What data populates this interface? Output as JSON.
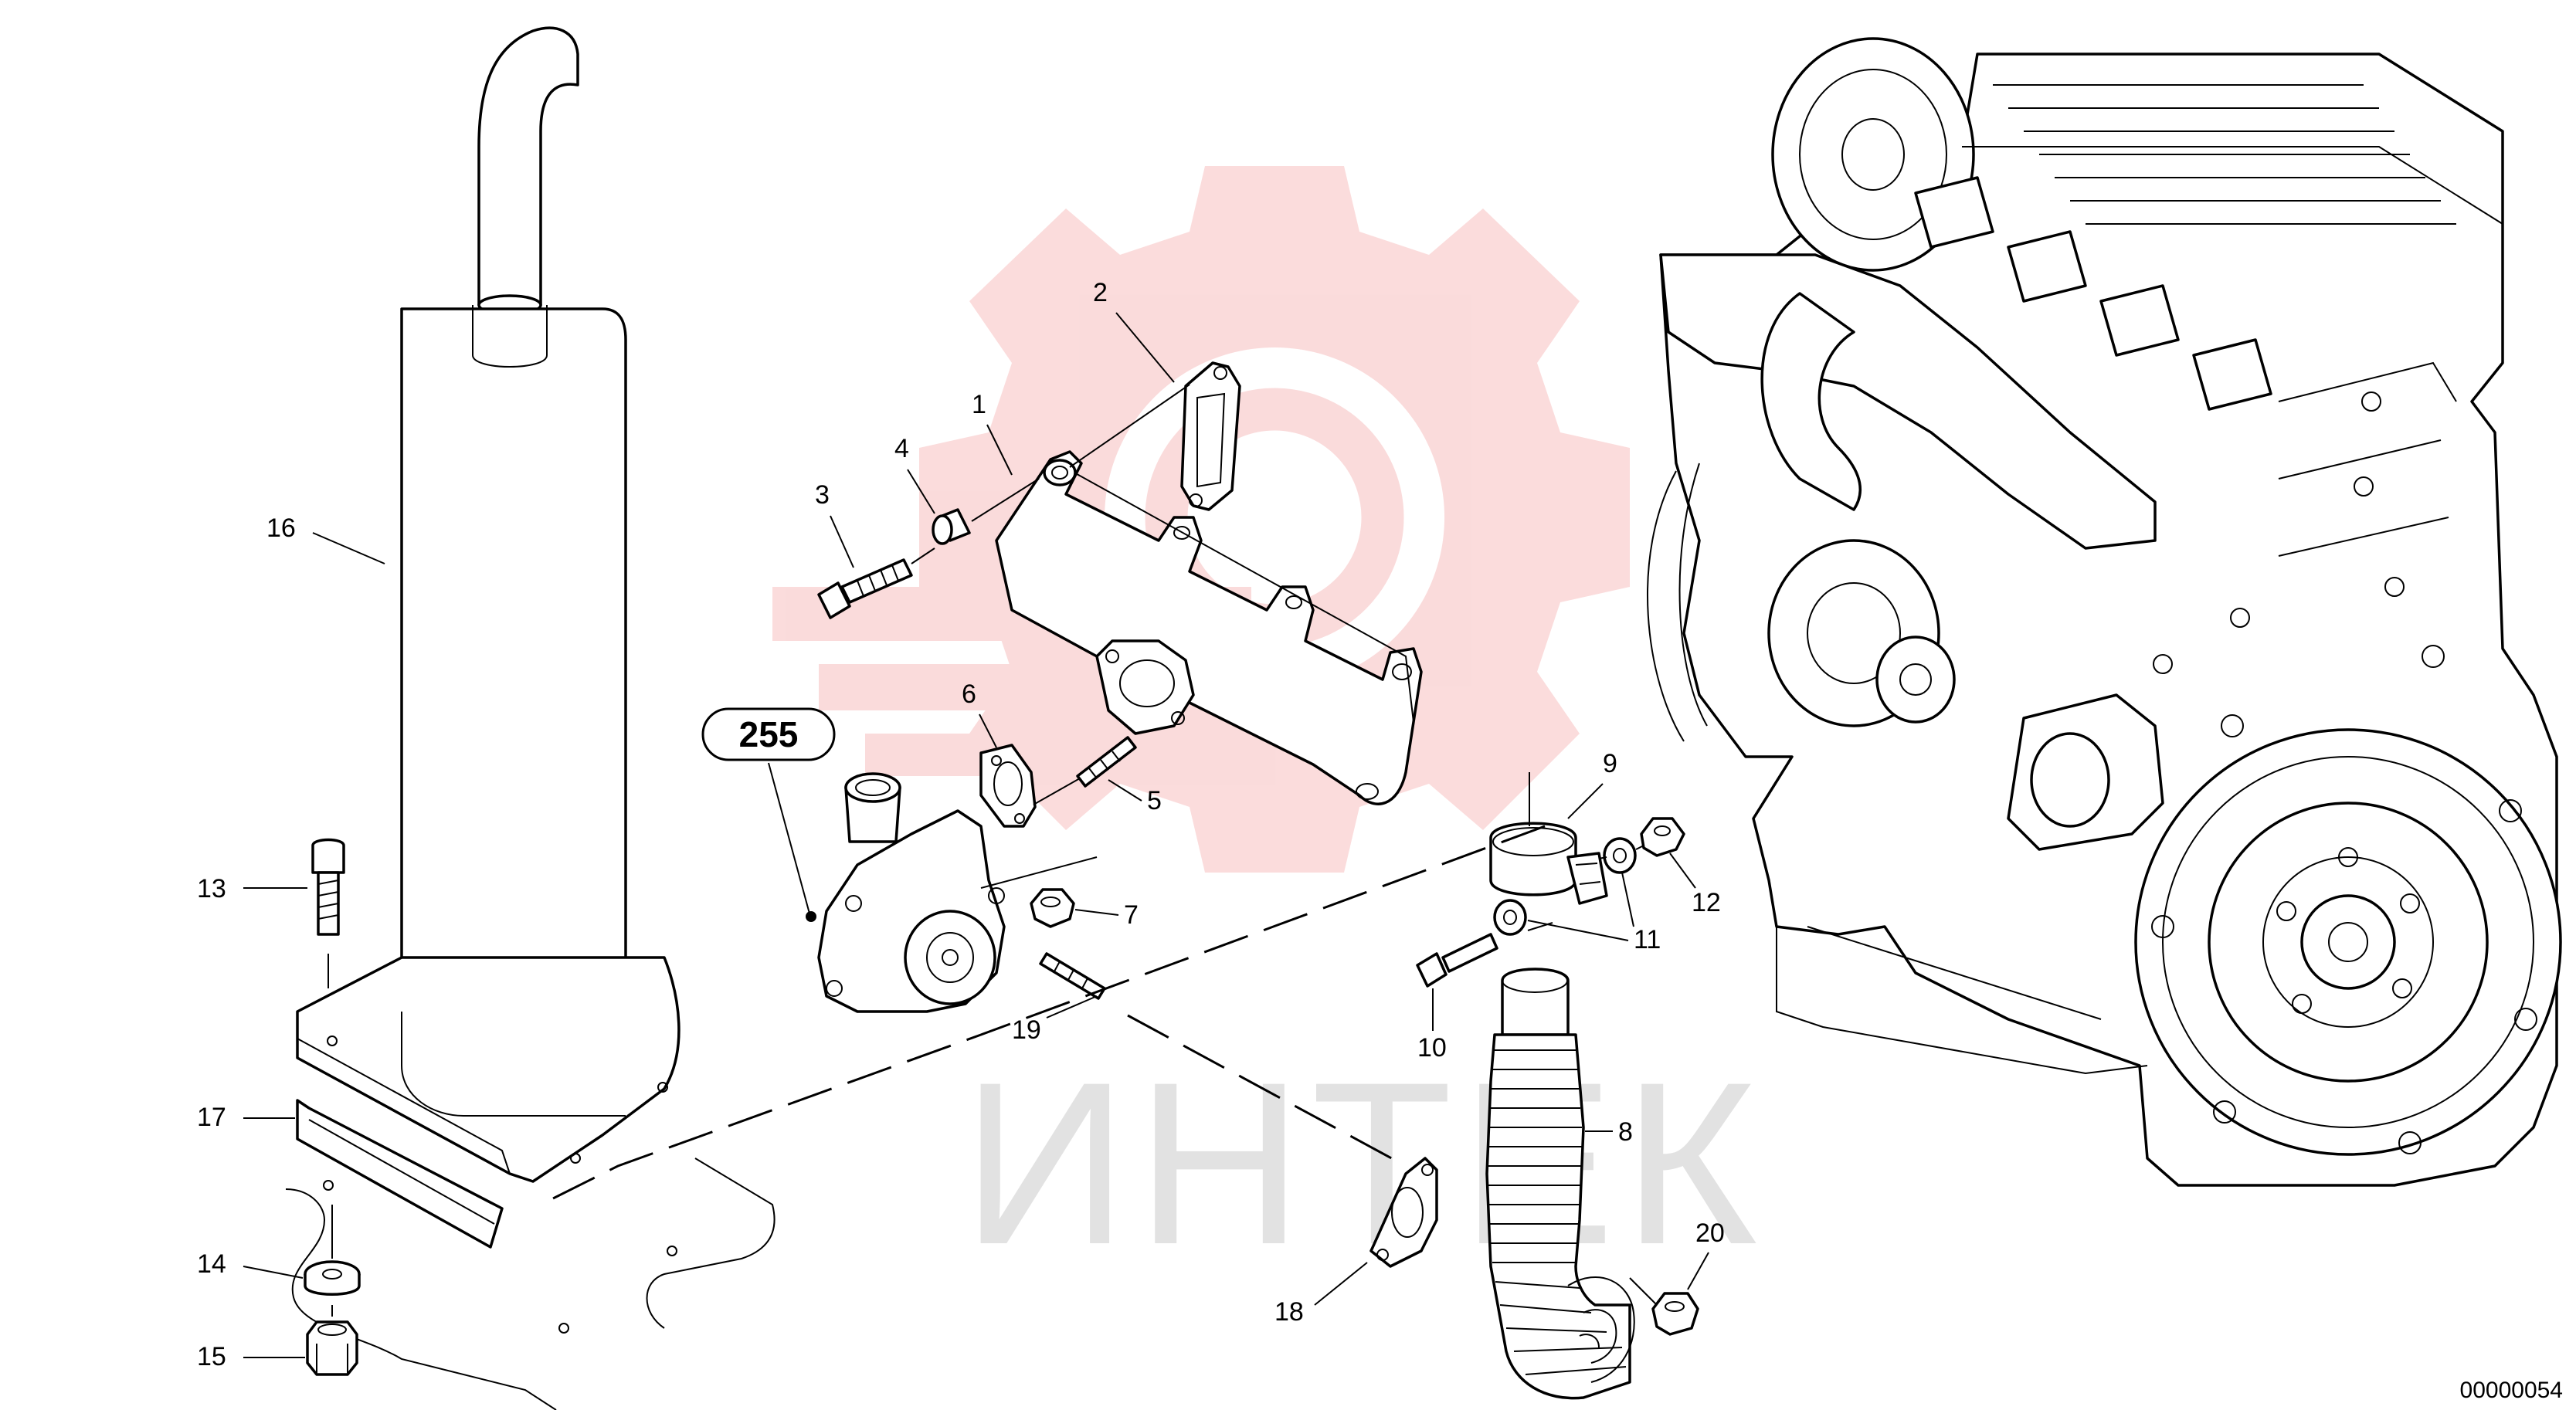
{
  "diagram": {
    "assembly_badge": "255",
    "document_number": "00000054",
    "watermark": {
      "text": "ИНТЕК",
      "logo_icon": "gear-target-logo",
      "color": "#f08080"
    },
    "callouts": [
      {
        "id": "c1",
        "label": "1"
      },
      {
        "id": "c2",
        "label": "2"
      },
      {
        "id": "c3",
        "label": "3"
      },
      {
        "id": "c4",
        "label": "4"
      },
      {
        "id": "c5",
        "label": "5"
      },
      {
        "id": "c6",
        "label": "6"
      },
      {
        "id": "c7",
        "label": "7"
      },
      {
        "id": "c8",
        "label": "8"
      },
      {
        "id": "c9",
        "label": "9"
      },
      {
        "id": "c10",
        "label": "10"
      },
      {
        "id": "c11",
        "label": "11"
      },
      {
        "id": "c12",
        "label": "12"
      },
      {
        "id": "c13",
        "label": "13"
      },
      {
        "id": "c14",
        "label": "14"
      },
      {
        "id": "c15",
        "label": "15"
      },
      {
        "id": "c16",
        "label": "16"
      },
      {
        "id": "c17",
        "label": "17"
      },
      {
        "id": "c18",
        "label": "18"
      },
      {
        "id": "c19",
        "label": "19"
      },
      {
        "id": "c20",
        "label": "20"
      }
    ]
  }
}
